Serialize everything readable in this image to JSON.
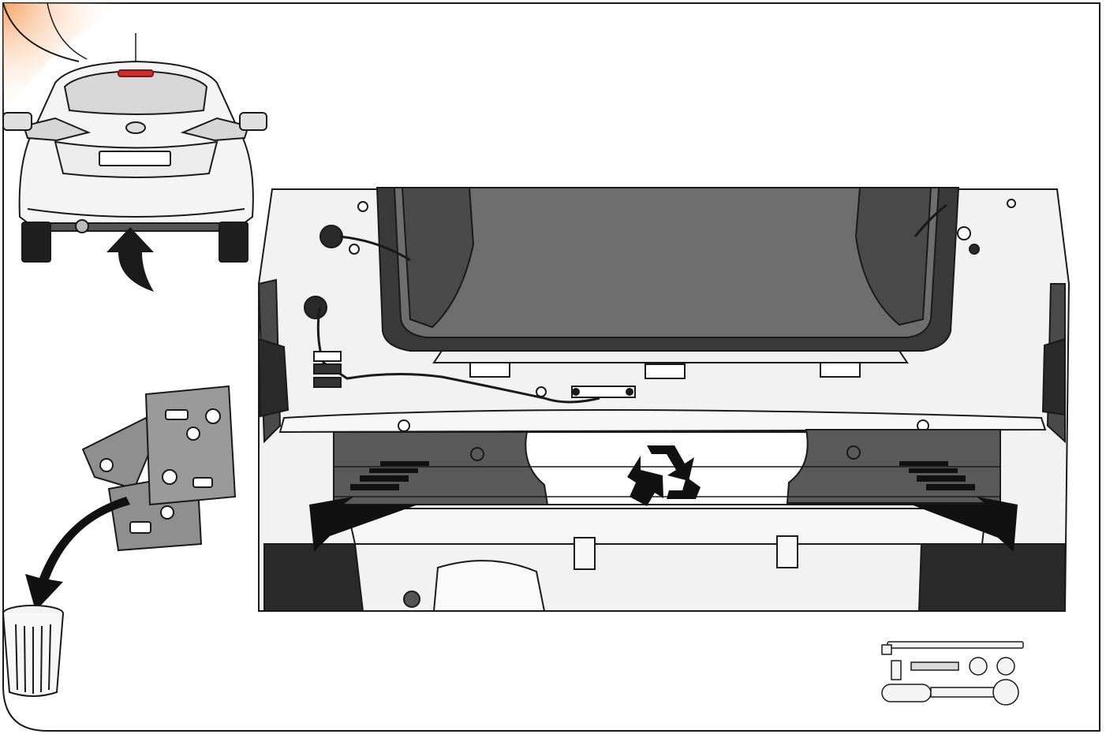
{
  "page": {
    "kind": "assembly instruction illustration",
    "text": ""
  },
  "colors": {
    "outline": "#1a1a1a",
    "body_white": "#f2f2f2",
    "panel_dark": "#5a5a5a",
    "trunk_floor": "#6e6e6e",
    "seal": "#3d3d3d",
    "accent_orange": "#f39a55",
    "bracket_grey": "#8f8f8f"
  },
  "icons": [
    "car-rear-overview",
    "curved-arrow-up-icon",
    "bumper-beam-detail",
    "recycle-icon",
    "remove-arrow-left-icon",
    "remove-arrow-right-icon",
    "bracket-parts",
    "discard-arrow-icon",
    "trash-bin-icon",
    "toolset-icon"
  ]
}
